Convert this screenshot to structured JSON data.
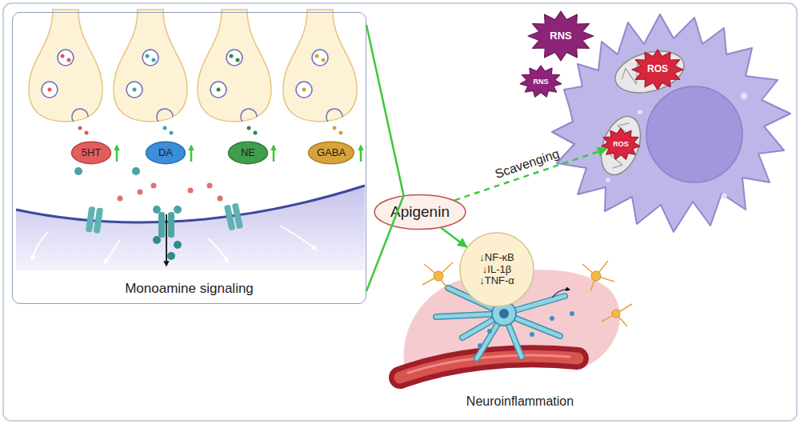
{
  "diagram": {
    "nodes": [
      {
        "text": [
          "Monoamine signaling"
        ]
      },
      {
        "text": [
          "5HT"
        ],
        "in": 0
      },
      {
        "text": [
          "DA"
        ],
        "in": 0
      },
      {
        "text": [
          "NE"
        ],
        "in": 0
      },
      {
        "text": [
          "GABA"
        ],
        "in": 0
      },
      {
        "text": [
          "Apigenin"
        ]
      },
      {
        "text": [
          "RNS"
        ]
      },
      {
        "text": [
          "RNS"
        ]
      },
      {
        "text": [
          "ROS"
        ]
      },
      {
        "text": [
          "ROS"
        ]
      },
      {
        "text": [
          "↓NF-κB",
          "↓IL-1β",
          "↓TNF-α"
        ]
      }
    ],
    "edges": [
      {
        "from": 0,
        "to": 5,
        "arrow": "none"
      },
      {
        "from": 5,
        "to": 9,
        "label": "Scavenging",
        "arrow": "to"
      },
      {
        "from": 5,
        "to": 10,
        "arrow": "to"
      }
    ],
    "labels": [
      "Neuroinflammation"
    ]
  }
}
